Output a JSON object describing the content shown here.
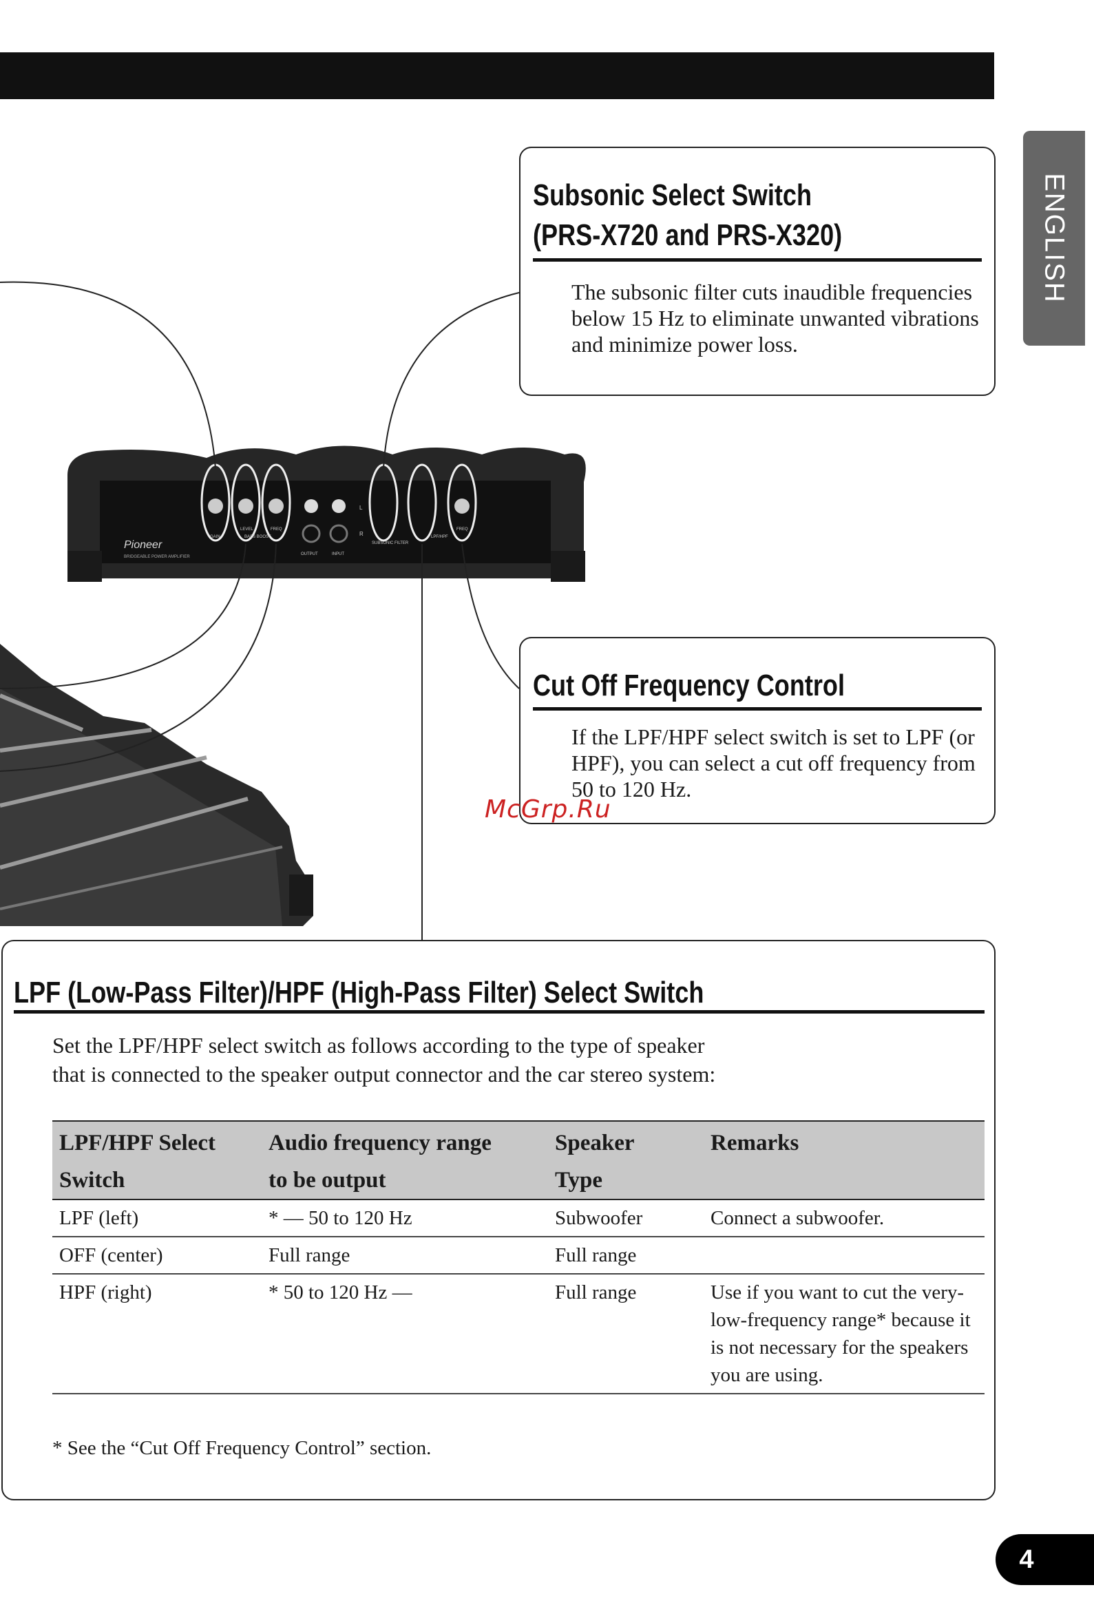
{
  "language_tab": "ENGLISH",
  "watermark": "McGrp.Ru",
  "page_number": "4",
  "subsonic": {
    "title_line1": "Subsonic Select Switch",
    "title_line2": "(PRS-X720 and PRS-X320)",
    "body": "The subsonic filter cuts inaudible frequencies below 15 Hz to eliminate unwanted vibrations and minimize power loss."
  },
  "cutoff": {
    "title": "Cut Off Frequency Control",
    "body": "If the LPF/HPF select switch is set to LPF (or HPF), you can select a cut off frequency from 50 to 120 Hz."
  },
  "amp_labels": {
    "brand": "Pioneer",
    "model_line": "BRIDGEABLE POWER AMPLIFIER",
    "gain": "GAIN",
    "level": "LEVEL",
    "freq": "FREQ",
    "bass_boost": "BASS BOOST",
    "output": "OUTPUT",
    "input": "INPUT",
    "l": "L",
    "r": "R",
    "subsonic_filter": "SUBSONIC FILTER",
    "lpf_hpf": "LPF/HPF",
    "freq2": "FREQ"
  },
  "lpf": {
    "title": "LPF (Low-Pass Filter)/HPF (High-Pass Filter) Select Switch",
    "intro_line1": "Set the LPF/HPF select switch as follows according to the type of speaker",
    "intro_line2": "that is connected to the speaker output connector and the car stereo system:",
    "table": {
      "headers": [
        [
          "LPF/HPF Select",
          "Switch"
        ],
        [
          "Audio frequency range",
          "to be output"
        ],
        [
          "Speaker",
          "Type"
        ],
        [
          "Remarks",
          ""
        ]
      ],
      "rows": [
        [
          "LPF (left)",
          "* — 50 to 120 Hz",
          "Subwoofer",
          "Connect a subwoofer."
        ],
        [
          "OFF (center)",
          "Full range",
          "Full range",
          ""
        ],
        [
          "HPF (right)",
          "* 50 to 120 Hz —",
          "Full range",
          "Use if you want to cut the very-low-frequency range* because it is not necessary for the speakers you are using."
        ]
      ]
    },
    "footnote": "* See the “Cut Off Frequency Control” section."
  }
}
